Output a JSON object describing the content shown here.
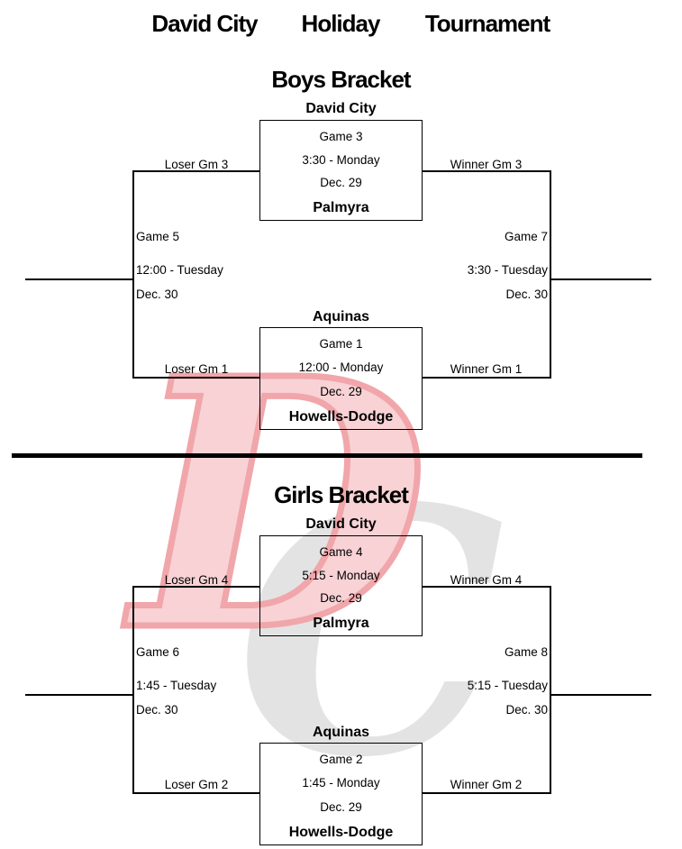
{
  "title": {
    "words": [
      "David City",
      "Holiday",
      "Tournament"
    ]
  },
  "watermark": {
    "letter_d": "D",
    "letter_c": "C",
    "d_fill": "#f8d2d5",
    "d_outline": "#f0a6aa",
    "c_fill": "#e3e3e3"
  },
  "brackets": [
    {
      "id": "boys",
      "heading": "Boys Bracket",
      "semifinal_top": {
        "team_top": "David City",
        "game": "Game 3",
        "time": "3:30 - Monday",
        "date": "Dec. 29",
        "team_bottom": "Palmyra",
        "loser_to": "Loser Gm 3",
        "winner_to": "Winner Gm 3"
      },
      "semifinal_bottom": {
        "team_top": "Aquinas",
        "game": "Game 1",
        "time": "12:00 - Monday",
        "date": "Dec. 29",
        "team_bottom": "Howells-Dodge",
        "loser_to": "Loser Gm 1",
        "winner_to": "Winner Gm 1"
      },
      "consolation": {
        "game": "Game 5",
        "time": "12:00 - Tuesday",
        "date": "Dec. 30"
      },
      "championship": {
        "game": "Game 7",
        "time": "3:30 - Tuesday",
        "date": "Dec. 30"
      }
    },
    {
      "id": "girls",
      "heading": "Girls Bracket",
      "semifinal_top": {
        "team_top": "David City",
        "game": "Game 4",
        "time": "5:15 - Monday",
        "date": "Dec. 29",
        "team_bottom": "Palmyra",
        "loser_to": "Loser Gm 4",
        "winner_to": "Winner Gm 4"
      },
      "semifinal_bottom": {
        "team_top": "Aquinas",
        "game": "Game 2",
        "time": "1:45 - Monday",
        "date": "Dec. 29",
        "team_bottom": "Howells-Dodge",
        "loser_to": "Loser Gm 2",
        "winner_to": "Winner Gm 2"
      },
      "consolation": {
        "game": "Game 6",
        "time": "1:45 - Tuesday",
        "date": "Dec. 30"
      },
      "championship": {
        "game": "Game 8",
        "time": "5:15 - Tuesday",
        "date": "Dec. 30"
      }
    }
  ]
}
